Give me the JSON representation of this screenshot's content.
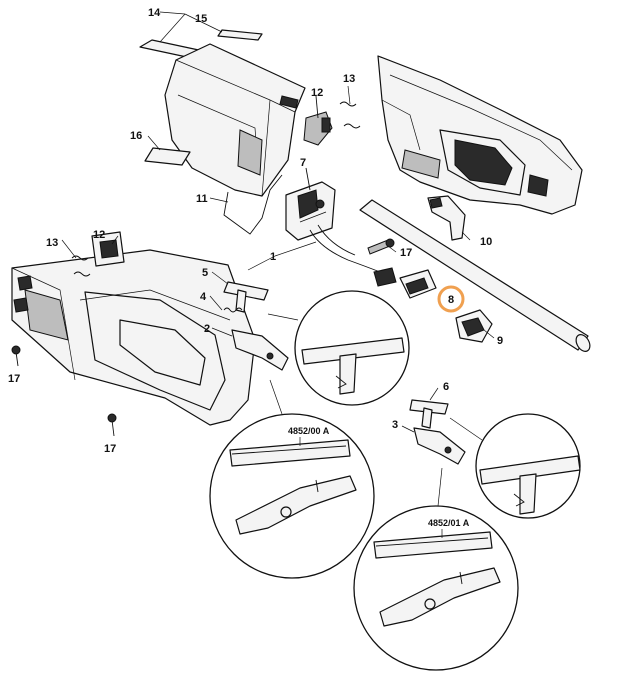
{
  "labels": {
    "p1": "1",
    "p2": "2",
    "p3": "3",
    "p4": "4",
    "p5": "5",
    "p6": "6",
    "p7": "7",
    "p8": "8",
    "p9": "9",
    "p10": "10",
    "p11": "11",
    "p12a": "12",
    "p12b": "12",
    "p13a": "13",
    "p13b": "13",
    "p14": "14",
    "p15": "15",
    "p16": "16",
    "p17a": "17",
    "p17b": "17",
    "p17c": "17"
  },
  "codes": {
    "left": "4852/00 A",
    "right": "4852/01 A"
  },
  "colors": {
    "highlight": "#f0a050",
    "ink": "#111111"
  }
}
